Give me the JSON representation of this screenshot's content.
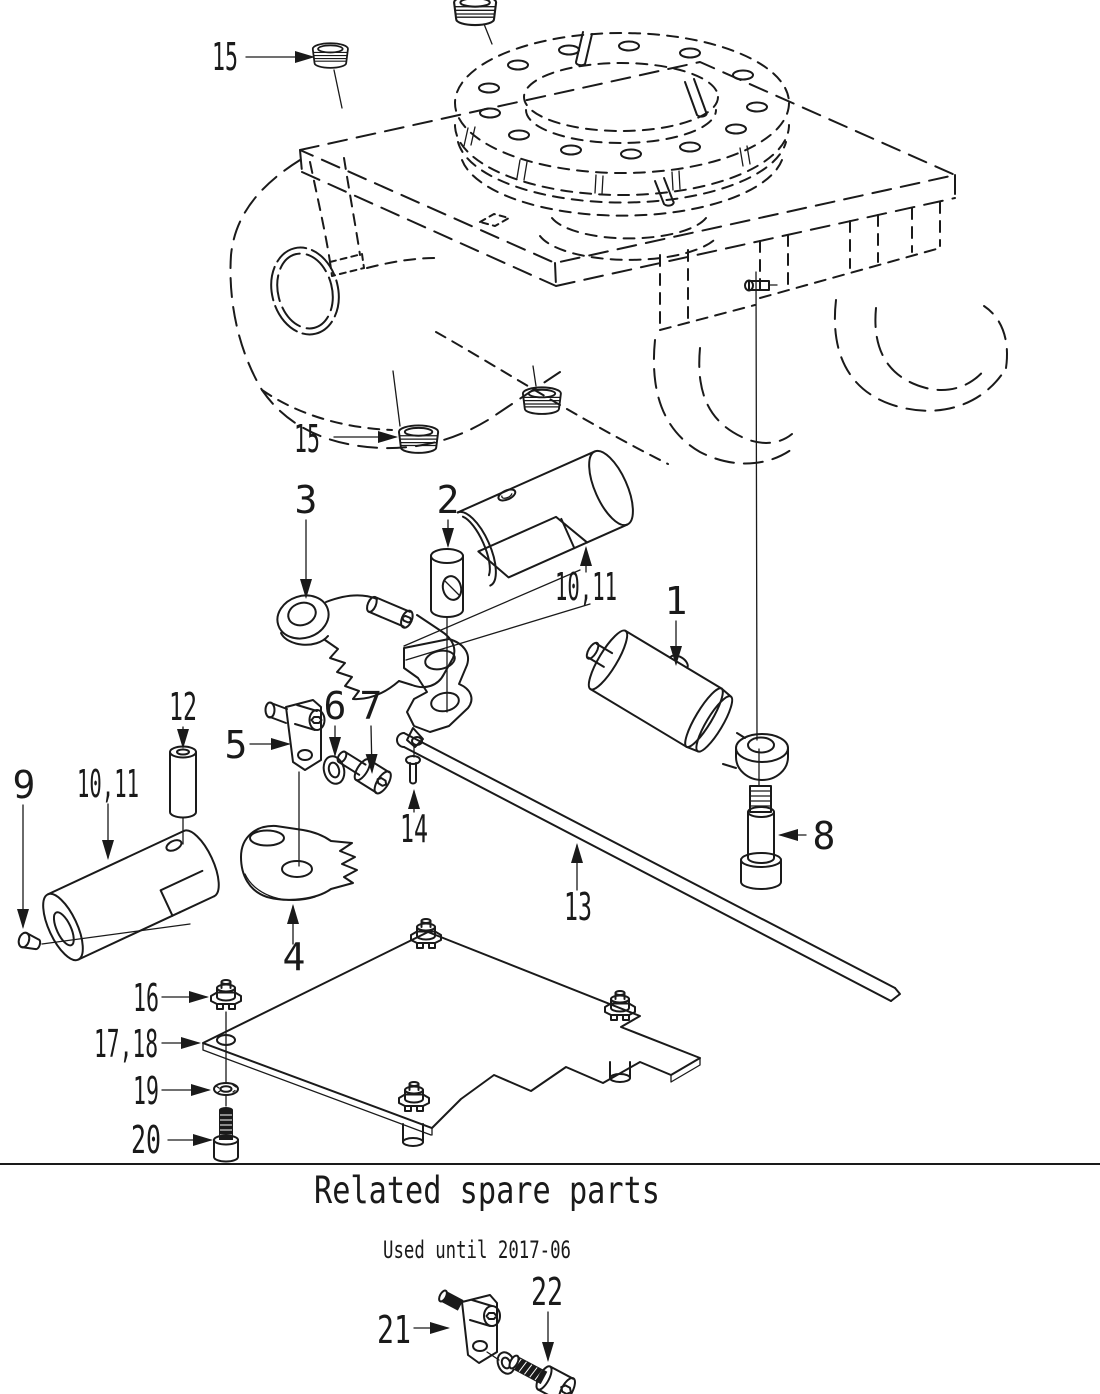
{
  "page": {
    "background": "#ffffff",
    "line_color": "#1a1a1a"
  },
  "section": {
    "title": "Related spare parts",
    "subtitle": "Used until 2017-06"
  },
  "callouts": {
    "c15_top": "15",
    "c15_mid": "15",
    "c1": "1",
    "c2": "2",
    "c3": "3",
    "c4": "4",
    "c5": "5",
    "c6": "6",
    "c7": "7",
    "c8": "8",
    "c9": "9",
    "c10_11_top": "10,11",
    "c10_11_left": "10,11",
    "c12": "12",
    "c13": "13",
    "c14": "14",
    "c16": "16",
    "c17_18": "17,18",
    "c19": "19",
    "c20": "20",
    "c21": "21",
    "c22": "22"
  }
}
